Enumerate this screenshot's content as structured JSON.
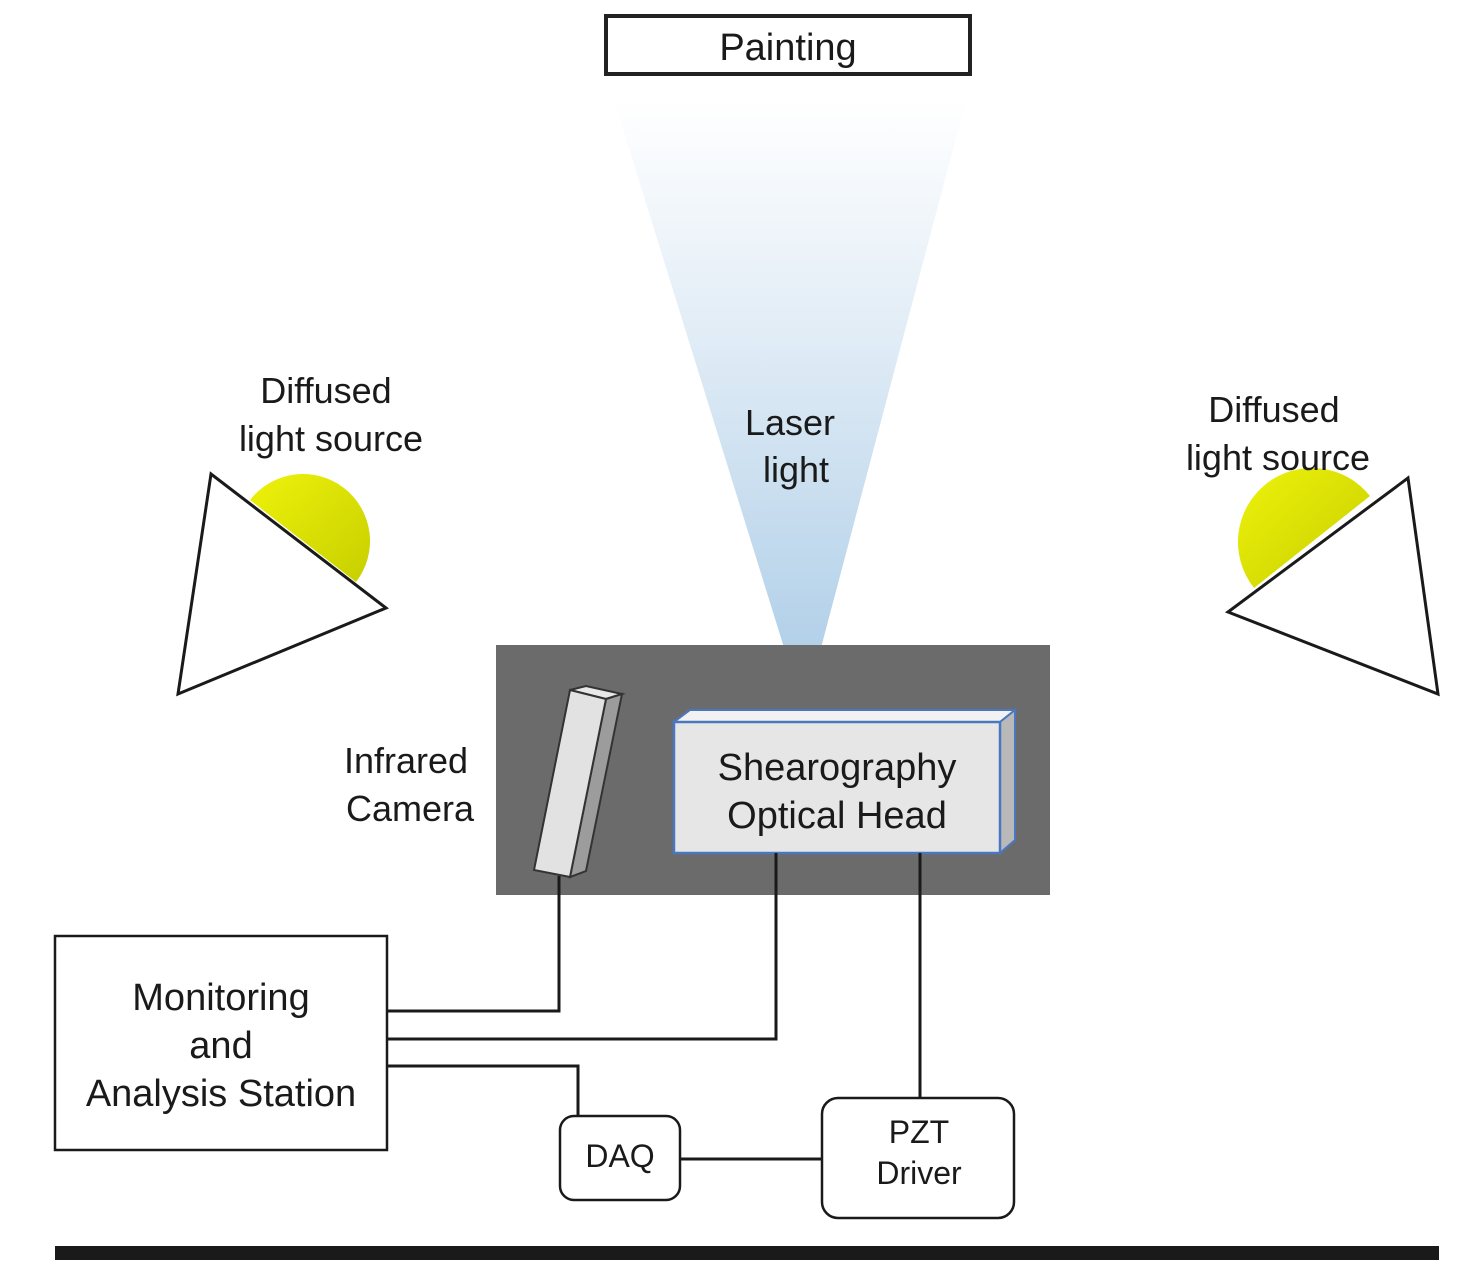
{
  "painting": {
    "label": "Painting"
  },
  "laser": {
    "line1": "Laser",
    "line2": "light"
  },
  "light_left": {
    "line1": "Diffused",
    "line2": "light source"
  },
  "light_right": {
    "line1": "Diffused",
    "line2": "light source"
  },
  "camera": {
    "line1": "Infrared",
    "line2": "Camera"
  },
  "optical_head": {
    "line1": "Shearography",
    "line2": "Optical Head"
  },
  "station": {
    "line1": "Monitoring",
    "line2": "and",
    "line3": "Analysis Station"
  },
  "daq": {
    "label": "DAQ"
  },
  "pzt": {
    "line1": "PZT",
    "line2": "Driver"
  },
  "colors": {
    "platform": "#6b6b6b",
    "lamp": "#d8e000",
    "beam": "#b9d6ec",
    "optical_head_border": "#4a78c0"
  }
}
